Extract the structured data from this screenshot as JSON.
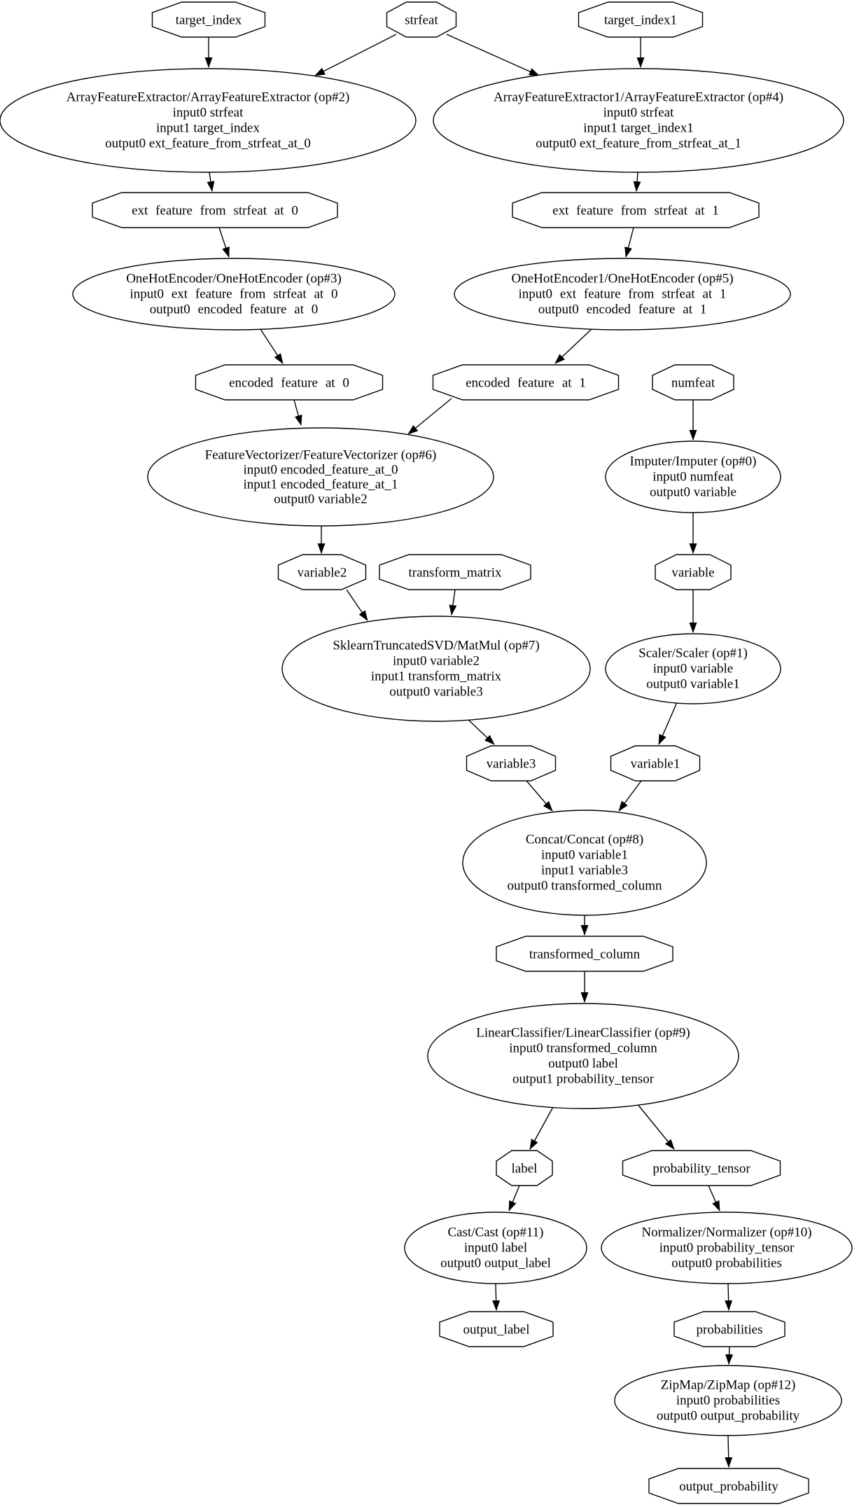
{
  "diagram": {
    "type": "graphviz-digraph-onnx-pipeline",
    "colors": {
      "background": "#ffffff",
      "node_fill": "#ffffff",
      "node_stroke": "#000000",
      "edge": "#000000",
      "text": "#000000"
    },
    "io_nodes": {
      "target_index": {
        "label": "target_index"
      },
      "strfeat": {
        "label": "strfeat"
      },
      "target_index1": {
        "label": "target_index1"
      },
      "ext_feature_from_strfeat_at_0": {
        "label": "ext feature from strfeat at 0"
      },
      "ext_feature_from_strfeat_at_1": {
        "label": "ext feature from strfeat at 1"
      },
      "encoded_feature_at_0": {
        "label": "encoded feature at 0"
      },
      "encoded_feature_at_1": {
        "label": "encoded feature at 1"
      },
      "numfeat": {
        "label": "numfeat"
      },
      "variable2": {
        "label": "variable2"
      },
      "transform_matrix": {
        "label": "transform_matrix"
      },
      "variable": {
        "label": "variable"
      },
      "variable3": {
        "label": "variable3"
      },
      "variable1": {
        "label": "variable1"
      },
      "transformed_column": {
        "label": "transformed_column"
      },
      "label": {
        "label": "label"
      },
      "probability_tensor": {
        "label": "probability_tensor"
      },
      "output_label": {
        "label": "output_label"
      },
      "probabilities": {
        "label": "probabilities"
      },
      "output_probability": {
        "label": "output_probability"
      }
    },
    "op_nodes": {
      "op2": {
        "lines": [
          "ArrayFeatureExtractor/ArrayFeatureExtractor (op#2)",
          "input0 strfeat",
          "input1 target_index",
          "output0 ext_feature_from_strfeat_at_0"
        ]
      },
      "op4": {
        "lines": [
          "ArrayFeatureExtractor1/ArrayFeatureExtractor (op#4)",
          "input0 strfeat",
          "input1 target_index1",
          "output0 ext_feature_from_strfeat_at_1"
        ]
      },
      "op3": {
        "lines": [
          "OneHotEncoder/OneHotEncoder (op#3)",
          "input0 ext feature from strfeat at 0",
          "output0 encoded feature at 0"
        ]
      },
      "op5": {
        "lines": [
          "OneHotEncoder1/OneHotEncoder (op#5)",
          "input0 ext feature from strfeat at 1",
          "output0 encoded feature at 1"
        ]
      },
      "op6": {
        "lines": [
          "FeatureVectorizer/FeatureVectorizer (op#6)",
          "input0 encoded_feature_at_0",
          "input1 encoded_feature_at_1",
          "output0 variable2"
        ]
      },
      "op0": {
        "lines": [
          "Imputer/Imputer (op#0)",
          "input0 numfeat",
          "output0 variable"
        ]
      },
      "op7": {
        "lines": [
          "SklearnTruncatedSVD/MatMul (op#7)",
          "input0 variable2",
          "input1 transform_matrix",
          "output0 variable3"
        ]
      },
      "op1": {
        "lines": [
          "Scaler/Scaler (op#1)",
          "input0 variable",
          "output0 variable1"
        ]
      },
      "op8": {
        "lines": [
          "Concat/Concat (op#8)",
          "input0 variable1",
          "input1 variable3",
          "output0 transformed_column"
        ]
      },
      "op9": {
        "lines": [
          "LinearClassifier/LinearClassifier (op#9)",
          "input0 transformed_column",
          "output0 label",
          "output1 probability_tensor"
        ]
      },
      "op11": {
        "lines": [
          "Cast/Cast (op#11)",
          "input0 label",
          "output0 output_label"
        ]
      },
      "op10": {
        "lines": [
          "Normalizer/Normalizer (op#10)",
          "input0 probability_tensor",
          "output0 probabilities"
        ]
      },
      "op12": {
        "lines": [
          "ZipMap/ZipMap (op#12)",
          "input0 probabilities",
          "output0 output_probability"
        ]
      }
    },
    "edges": [
      {
        "from": "target_index",
        "to": "op2"
      },
      {
        "from": "strfeat",
        "to": "op2"
      },
      {
        "from": "strfeat",
        "to": "op4"
      },
      {
        "from": "target_index1",
        "to": "op4"
      },
      {
        "from": "op2",
        "to": "ext_feature_from_strfeat_at_0"
      },
      {
        "from": "op4",
        "to": "ext_feature_from_strfeat_at_1"
      },
      {
        "from": "ext_feature_from_strfeat_at_0",
        "to": "op3"
      },
      {
        "from": "ext_feature_from_strfeat_at_1",
        "to": "op5"
      },
      {
        "from": "op3",
        "to": "encoded_feature_at_0"
      },
      {
        "from": "op5",
        "to": "encoded_feature_at_1"
      },
      {
        "from": "encoded_feature_at_0",
        "to": "op6"
      },
      {
        "from": "encoded_feature_at_1",
        "to": "op6"
      },
      {
        "from": "numfeat",
        "to": "op0"
      },
      {
        "from": "op6",
        "to": "variable2"
      },
      {
        "from": "op0",
        "to": "variable"
      },
      {
        "from": "variable2",
        "to": "op7"
      },
      {
        "from": "transform_matrix",
        "to": "op7"
      },
      {
        "from": "variable",
        "to": "op1"
      },
      {
        "from": "op7",
        "to": "variable3"
      },
      {
        "from": "op1",
        "to": "variable1"
      },
      {
        "from": "variable3",
        "to": "op8"
      },
      {
        "from": "variable1",
        "to": "op8"
      },
      {
        "from": "op8",
        "to": "transformed_column"
      },
      {
        "from": "transformed_column",
        "to": "op9"
      },
      {
        "from": "op9",
        "to": "label"
      },
      {
        "from": "op9",
        "to": "probability_tensor"
      },
      {
        "from": "label",
        "to": "op11"
      },
      {
        "from": "probability_tensor",
        "to": "op10"
      },
      {
        "from": "op11",
        "to": "output_label"
      },
      {
        "from": "op10",
        "to": "probabilities"
      },
      {
        "from": "probabilities",
        "to": "op12"
      },
      {
        "from": "op12",
        "to": "output_probability"
      }
    ]
  }
}
